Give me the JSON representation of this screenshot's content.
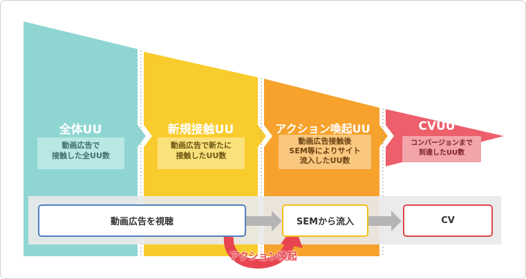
{
  "stages": [
    {
      "title": "全体UU",
      "desc": "動画広告で\n接触した全UU数",
      "color": "#8fd6d3",
      "desc_bg": "#b8e7e4"
    },
    {
      "title": "新規接触UU",
      "desc": "動画広告で新たに\n接触したUU数",
      "color": "#f9cc2d",
      "desc_bg": "#fbe17c"
    },
    {
      "title": "アクション喚起UU",
      "desc": "動画広告接触後\nSEM等によりサイト\n流入したUU数",
      "color": "#f6a22c",
      "desc_bg": "#f9c77f"
    },
    {
      "title": "CVUU",
      "desc": "コンバージョンまで\n到達したUU数",
      "color": "#ec5f6b",
      "desc_bg": "#f3a3aa"
    }
  ],
  "flow": {
    "step1": {
      "label": "動画広告を視聴",
      "border": "#4f7fbf"
    },
    "step2": {
      "label": "SEMから流入",
      "border": "#f4be18"
    },
    "step3": {
      "label": "CV",
      "border": "#e0454f"
    },
    "loop_label": "アクション喚起",
    "loop_color": "#e84550"
  }
}
